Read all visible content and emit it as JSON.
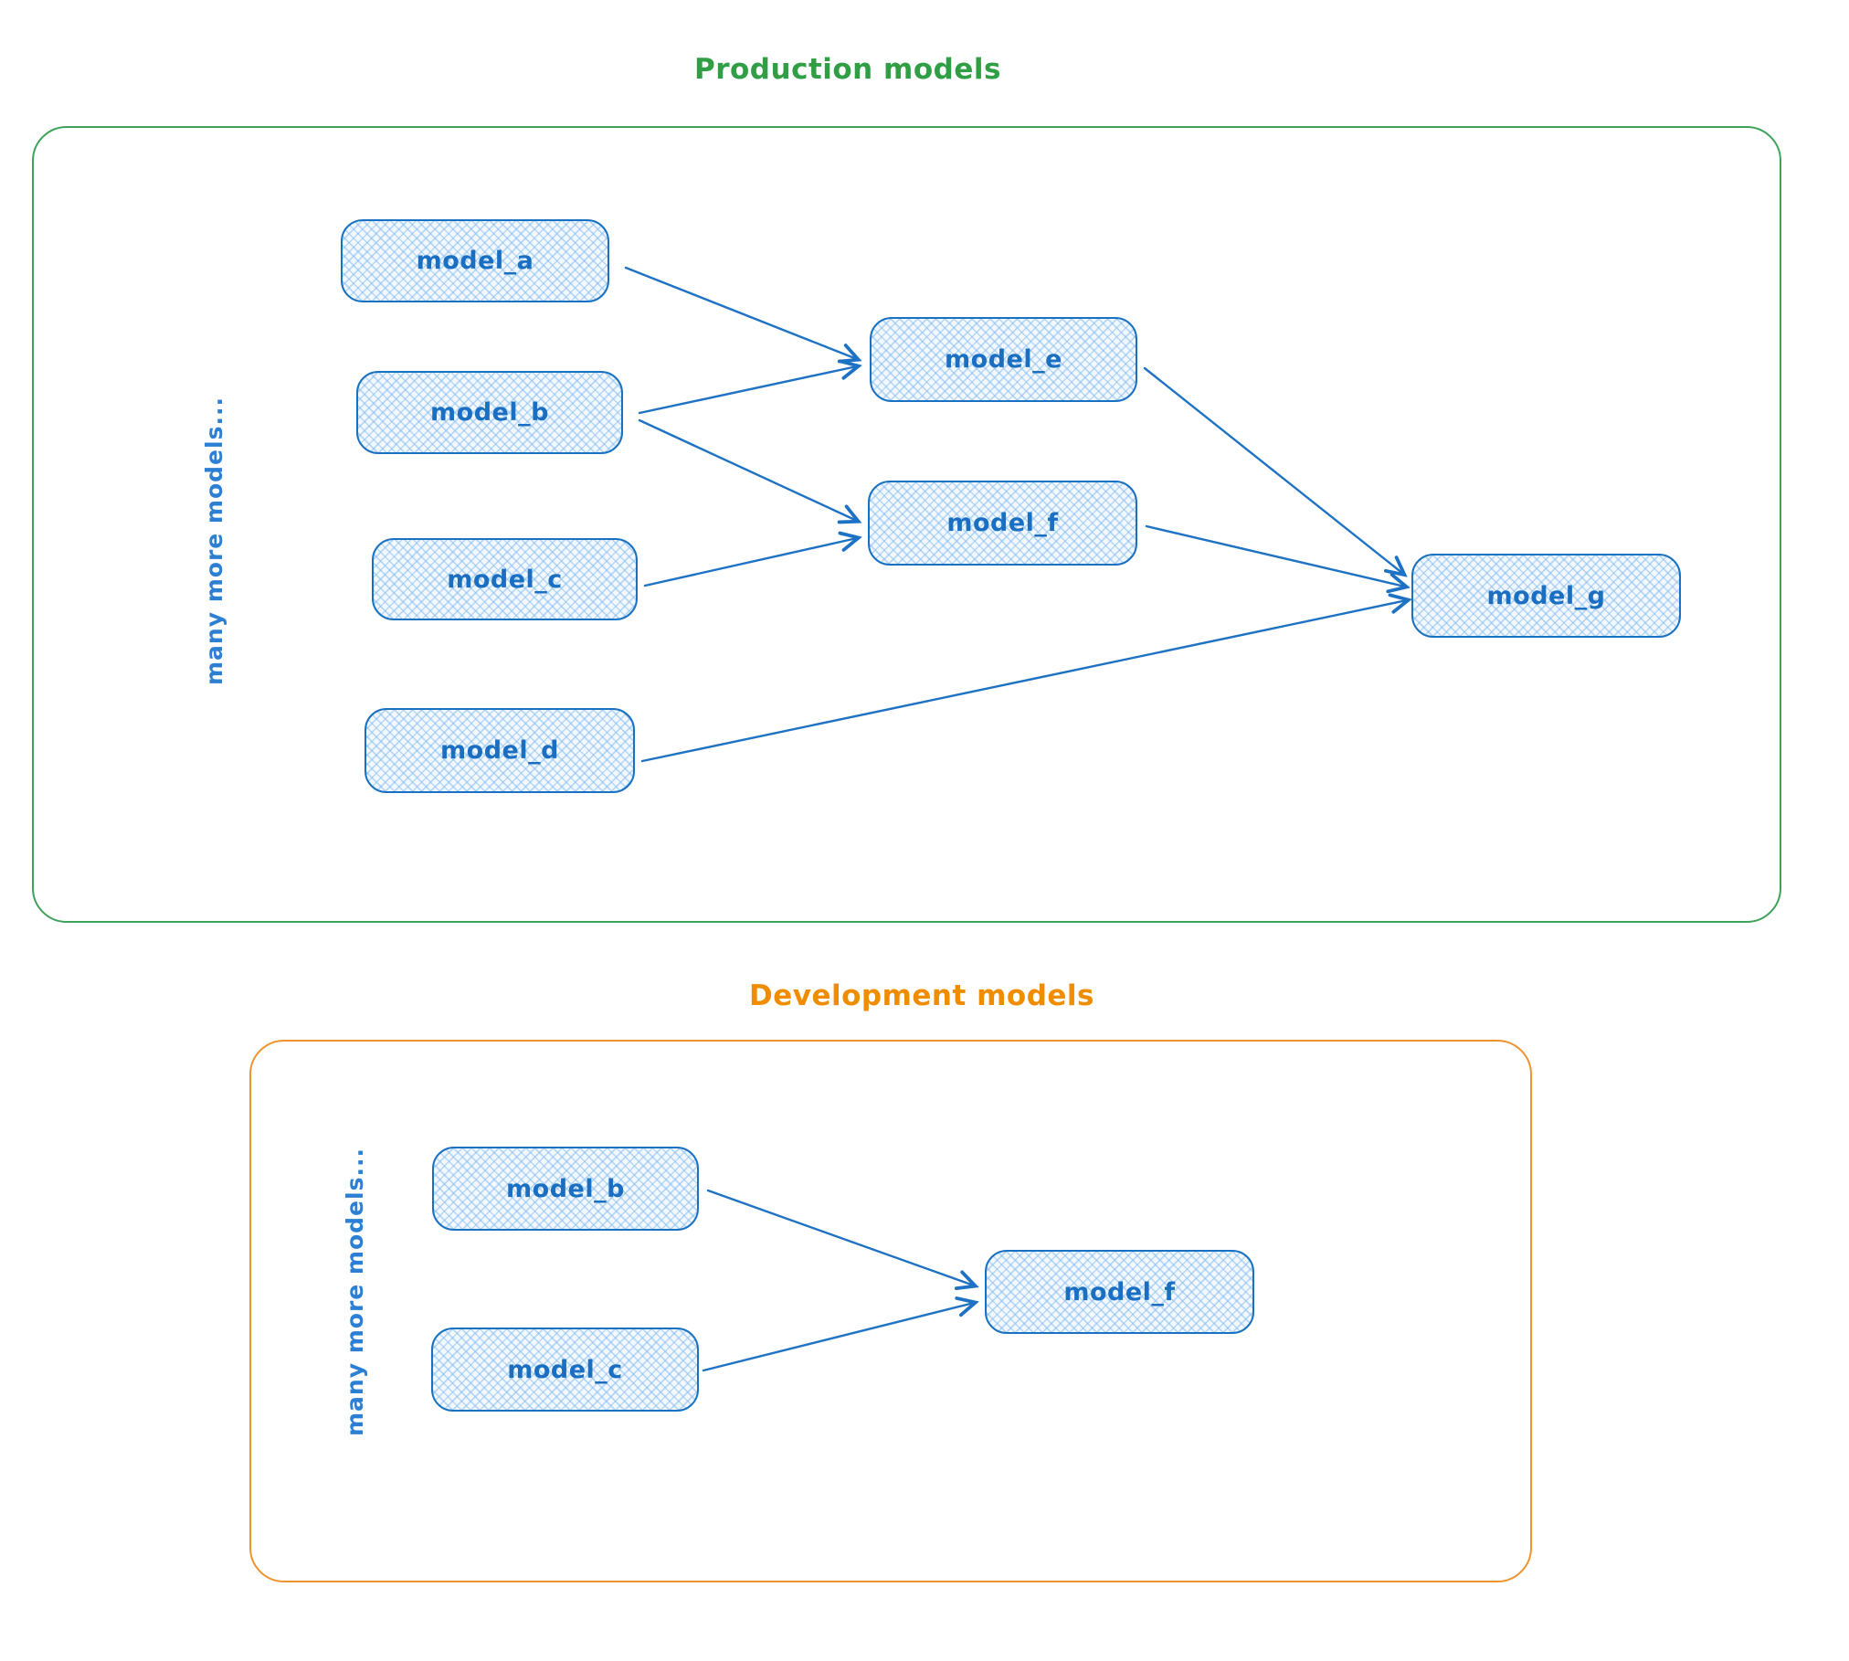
{
  "diagram": {
    "colors": {
      "node_stroke": "#1971c2",
      "node_fill_hatch": "#a5d8ff",
      "label_text": "#1b6fc2",
      "production_accent": "#2f9e44",
      "development_accent": "#f08c00",
      "edge_color": "#1e72c4"
    },
    "production": {
      "title": "Production models",
      "side_label": "many more models...",
      "nodes": [
        {
          "id": "model_a",
          "label": "model_a"
        },
        {
          "id": "model_b",
          "label": "model_b"
        },
        {
          "id": "model_c",
          "label": "model_c"
        },
        {
          "id": "model_d",
          "label": "model_d"
        },
        {
          "id": "model_e",
          "label": "model_e"
        },
        {
          "id": "model_f",
          "label": "model_f"
        },
        {
          "id": "model_g",
          "label": "model_g"
        }
      ],
      "edges": [
        {
          "from": "model_a",
          "to": "model_e"
        },
        {
          "from": "model_b",
          "to": "model_e"
        },
        {
          "from": "model_b",
          "to": "model_f"
        },
        {
          "from": "model_c",
          "to": "model_f"
        },
        {
          "from": "model_e",
          "to": "model_g"
        },
        {
          "from": "model_f",
          "to": "model_g"
        },
        {
          "from": "model_d",
          "to": "model_g"
        }
      ]
    },
    "development": {
      "title": "Development models",
      "side_label": "many more models...",
      "nodes": [
        {
          "id": "model_b",
          "label": "model_b"
        },
        {
          "id": "model_c",
          "label": "model_c"
        },
        {
          "id": "model_f",
          "label": "model_f"
        }
      ],
      "edges": [
        {
          "from": "model_b",
          "to": "model_f"
        },
        {
          "from": "model_c",
          "to": "model_f"
        }
      ]
    }
  }
}
